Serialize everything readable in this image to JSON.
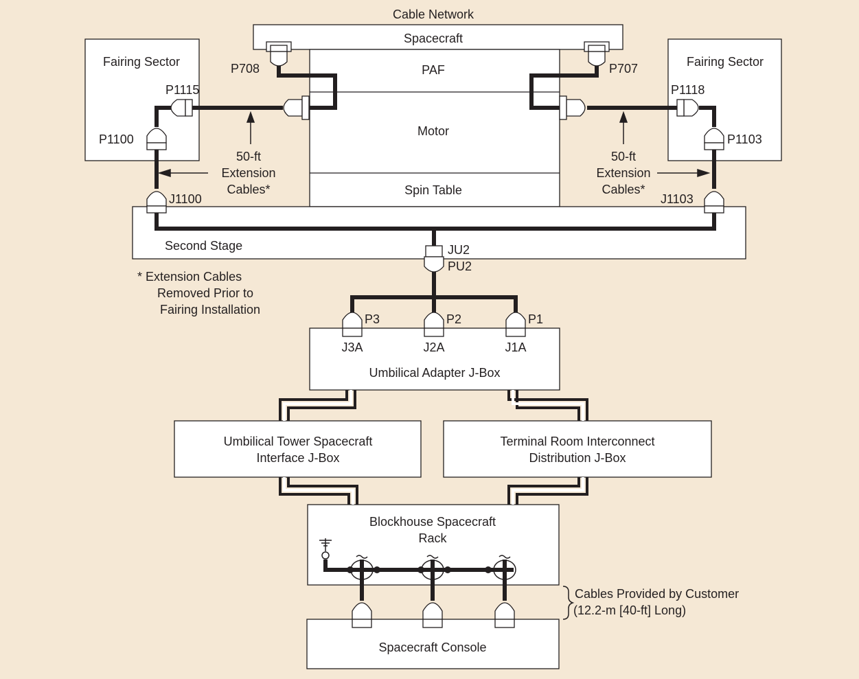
{
  "colors": {
    "background": "#f5e8d5",
    "box_fill": "#ffffff",
    "line": "#231f20"
  },
  "title": "Cable Network",
  "boxes": {
    "spacecraft": "Spacecraft",
    "paf": "PAF",
    "motor": "Motor",
    "spin_table": "Spin Table",
    "fairing_left": "Fairing Sector",
    "fairing_right": "Fairing Sector",
    "second_stage": "Second Stage",
    "umbilical_adapter": "Umbilical Adapter J-Box",
    "umbilical_tower_line1": "Umbilical Tower Spacecraft",
    "umbilical_tower_line2": "Interface J-Box",
    "terminal_room_line1": "Terminal Room Interconnect",
    "terminal_room_line2": "Distribution J-Box",
    "blockhouse_line1": "Blockhouse Spacecraft",
    "blockhouse_line2": "Rack",
    "console": "Spacecraft Console"
  },
  "connectors": {
    "p708": "P708",
    "p707": "P707",
    "p1115": "P1115",
    "p1118": "P1118",
    "p1100": "P1100",
    "p1103": "P1103",
    "j1100": "J1100",
    "j1103": "J1103",
    "ju2": "JU2",
    "pu2": "PU2",
    "p3": "P3",
    "p2": "P2",
    "p1": "P1",
    "j3a": "J3A",
    "j2a": "J2A",
    "j1a": "J1A"
  },
  "annotations": {
    "ext_line1": "50-ft",
    "ext_line2": "Extension",
    "ext_line3": "Cables*",
    "footnote_line1": "* Extension Cables",
    "footnote_line2": "Removed Prior to",
    "footnote_line3": "Fairing Installation",
    "customer_line1": "Cables Provided by Customer",
    "customer_line2": "(12.2-m [40-ft] Long)"
  },
  "icons": [
    "ground-icon",
    "coax-connector-icon",
    "plug-connector-icon",
    "brace-icon"
  ]
}
